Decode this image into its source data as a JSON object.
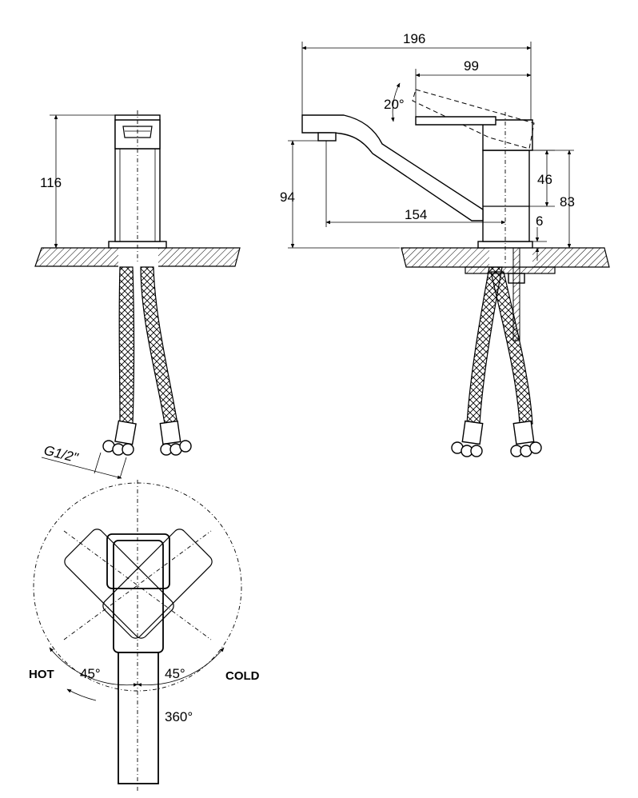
{
  "front_view": {
    "height_dim": "116",
    "thread_label": "G1/2\""
  },
  "side_view": {
    "total_width_dim": "196",
    "lever_width_dim": "99",
    "lever_angle_dim": "20°",
    "spout_height_dim": "94",
    "spout_reach_dim": "154",
    "body_height_dim": "46",
    "overall_height_dim": "83",
    "base_thickness_dim": "6"
  },
  "top_view": {
    "hot_label": "HOT",
    "cold_label": "COLD",
    "hot_angle": "45°",
    "cold_angle": "45°",
    "rotation_label": "360°"
  }
}
